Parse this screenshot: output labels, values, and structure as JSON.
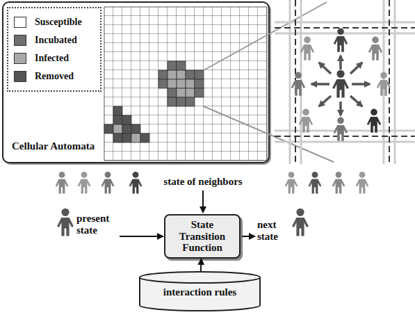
{
  "diagram": {
    "nodes": [
      {
        "text": [
          "Cellular Automata"
        ]
      },
      {
        "text": [
          "State Transition Function"
        ]
      },
      {
        "text": [
          "interaction rules"
        ]
      }
    ],
    "edges": [
      {
        "from": 2,
        "to": 1,
        "arrow": "to"
      }
    ],
    "labels": [
      "state of neighbors",
      "present state",
      "next state"
    ],
    "legend": [
      {
        "text": "Susceptible",
        "color": "#ffffff"
      },
      {
        "text": "Incubated",
        "color": "#6e6e6e"
      },
      {
        "text": "Infected",
        "color": "#a9a9a9"
      },
      {
        "text": "Removed",
        "color": "#555555"
      }
    ]
  }
}
